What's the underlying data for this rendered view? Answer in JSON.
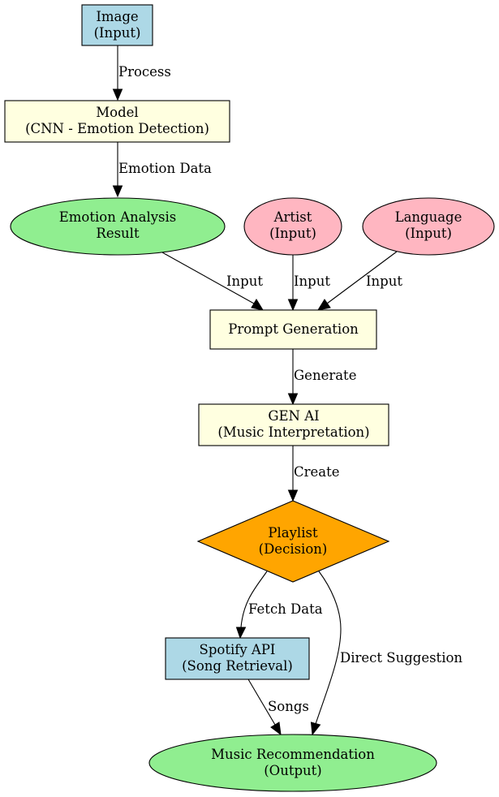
{
  "colors": {
    "input_blue": "#add8e6",
    "process_yellow": "#ffffe0",
    "result_green": "#90ee90",
    "input_pink": "#ffb6c1",
    "decision_orange": "#ffa500"
  },
  "nodes": {
    "image": {
      "line1": "Image",
      "line2": "(Input)"
    },
    "model": {
      "line1": "Model",
      "line2": "(CNN - Emotion Detection)"
    },
    "emotion": {
      "line1": "Emotion Analysis",
      "line2": "Result"
    },
    "artist": {
      "line1": "Artist",
      "line2": "(Input)"
    },
    "language": {
      "line1": "Language",
      "line2": "(Input)"
    },
    "prompt": {
      "line1": "Prompt Generation"
    },
    "genai": {
      "line1": "GEN AI",
      "line2": "(Music Interpretation)"
    },
    "playlist": {
      "line1": "Playlist",
      "line2": "(Decision)"
    },
    "spotify": {
      "line1": "Spotify API",
      "line2": "(Song Retrieval)"
    },
    "music": {
      "line1": "Music Recommendation",
      "line2": "(Output)"
    }
  },
  "edges": {
    "process": "Process",
    "emotion_data": "Emotion Data",
    "input_emotion": "Input",
    "input_artist": "Input",
    "input_language": "Input",
    "generate": "Generate",
    "create": "Create",
    "fetch_data": "Fetch Data",
    "direct_suggestion": "Direct Suggestion",
    "songs": "Songs"
  }
}
